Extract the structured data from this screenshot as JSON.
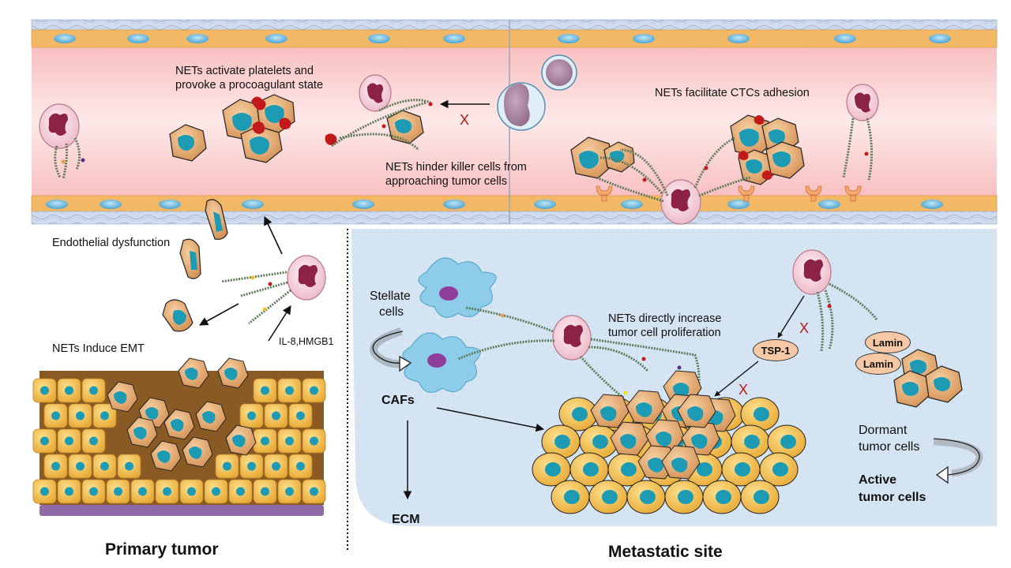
{
  "vessel": {
    "labels": {
      "procoagulant_line1": "NETs activate platelets and",
      "procoagulant_line2": "provoke a procoagulant state",
      "hinder_line1": "NETs hinder killer cells from",
      "hinder_line2": "approaching tumor cells",
      "adhesion": "NETs facilitate CTCs adhesion",
      "blocked_mark": "X"
    }
  },
  "primary": {
    "title": "Primary tumor",
    "labels": {
      "endothelial": "Endothelial dysfunction",
      "emt": "NETs Induce EMT",
      "cytokines": "IL-8,HMGB1"
    }
  },
  "metastatic": {
    "title": "Metastatic site",
    "labels": {
      "stellate_line1": "Stellate",
      "stellate_line2": "cells",
      "cafs": "CAFs",
      "ecm": "ECM",
      "proliferation_line1": "NETs directly increase",
      "proliferation_line2": "tumor cell proliferation",
      "tsp1": "TSP-1",
      "lamin_a": "Lamin",
      "lamin_b": "Lamin",
      "dormant_line1": "Dormant",
      "dormant_line2": "tumor cells",
      "active_line1": "Active",
      "active_line2": "tumor cells",
      "blocked_mark": "X"
    }
  },
  "colors": {
    "vessel_lumen": "#f9c9c9",
    "endothelium": "#f2b865",
    "endothelial_nucleus": "#7fc4e6",
    "metastatic_bg": "#d3e3f1",
    "tumor_cell": "#f5c25e",
    "tumor_nucleus": "#1d9bb5",
    "mesenchymal_cell": "#e7a86a",
    "neutrophil": "#f3c8d4",
    "neutrophil_nucleus": "#8c2344",
    "net_strand": "#5c7a5a",
    "platelet": "#c21a1a",
    "inhibition": "#c01818",
    "basement": "#8f6aa8",
    "caf": "#8dcdea"
  }
}
